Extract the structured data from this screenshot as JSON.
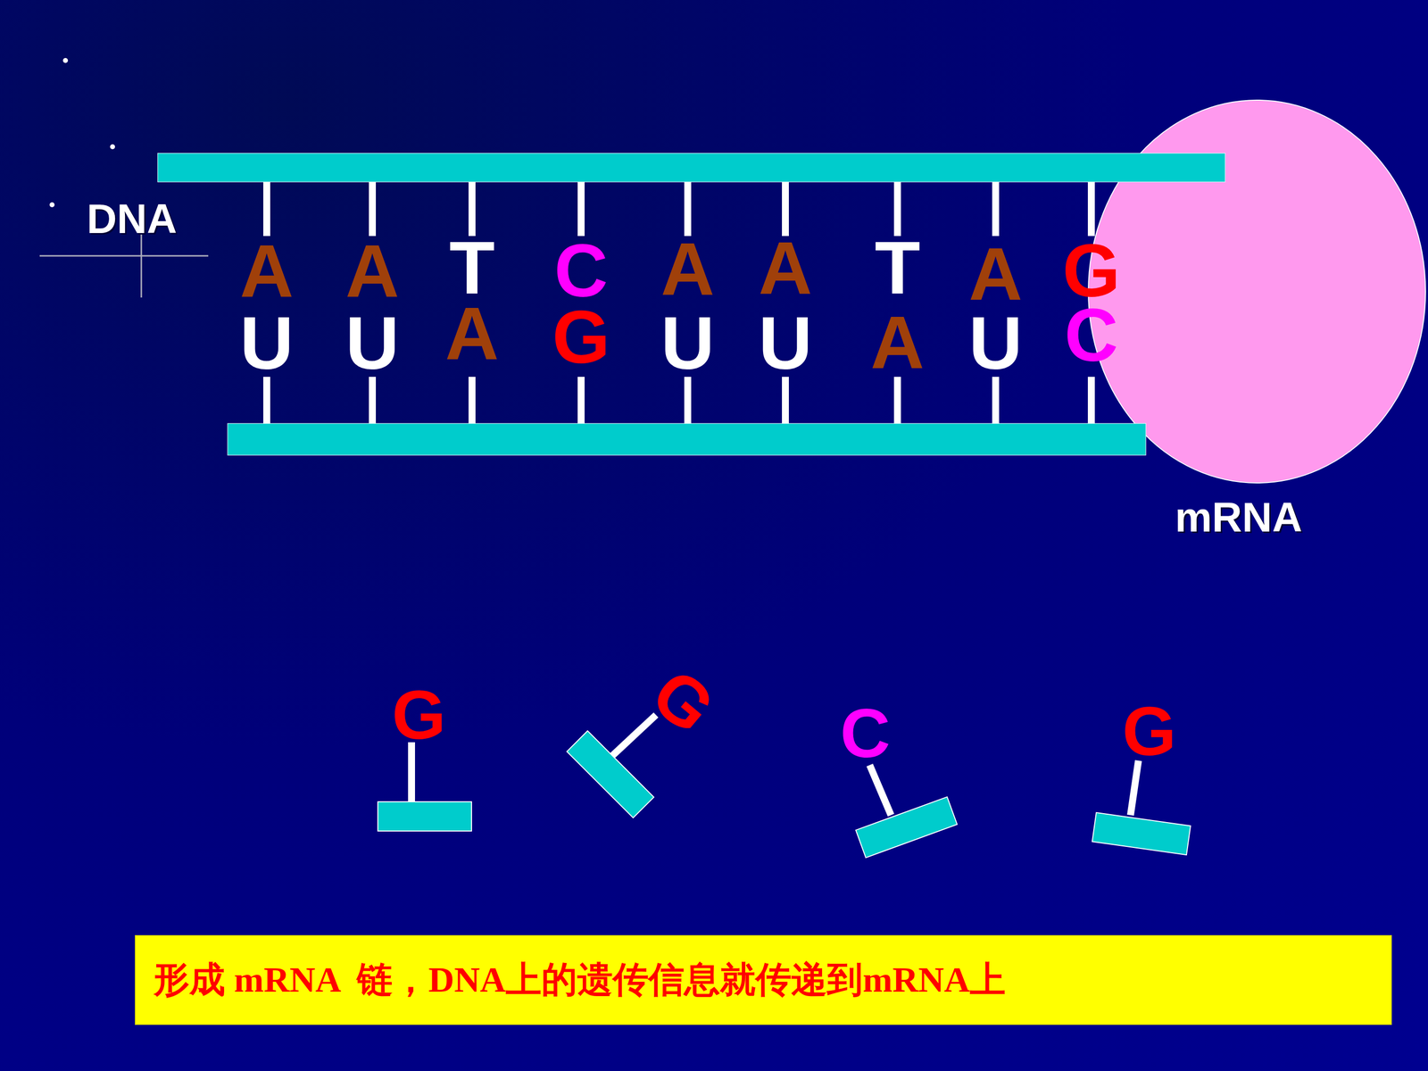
{
  "diagram": {
    "nodes": [
      {
        "text": [
          "形成 mRNA  链，DNA上的遗传信息就传递到mRNA上"
        ]
      }
    ],
    "labels": [
      "DNA",
      "A",
      "A",
      "T",
      "C",
      "A",
      "A",
      "T",
      "A",
      "G",
      "U",
      "U",
      "A",
      "G",
      "U",
      "U",
      "A",
      "U",
      "C",
      "mRNA",
      "G",
      "G",
      "C",
      "G"
    ]
  }
}
